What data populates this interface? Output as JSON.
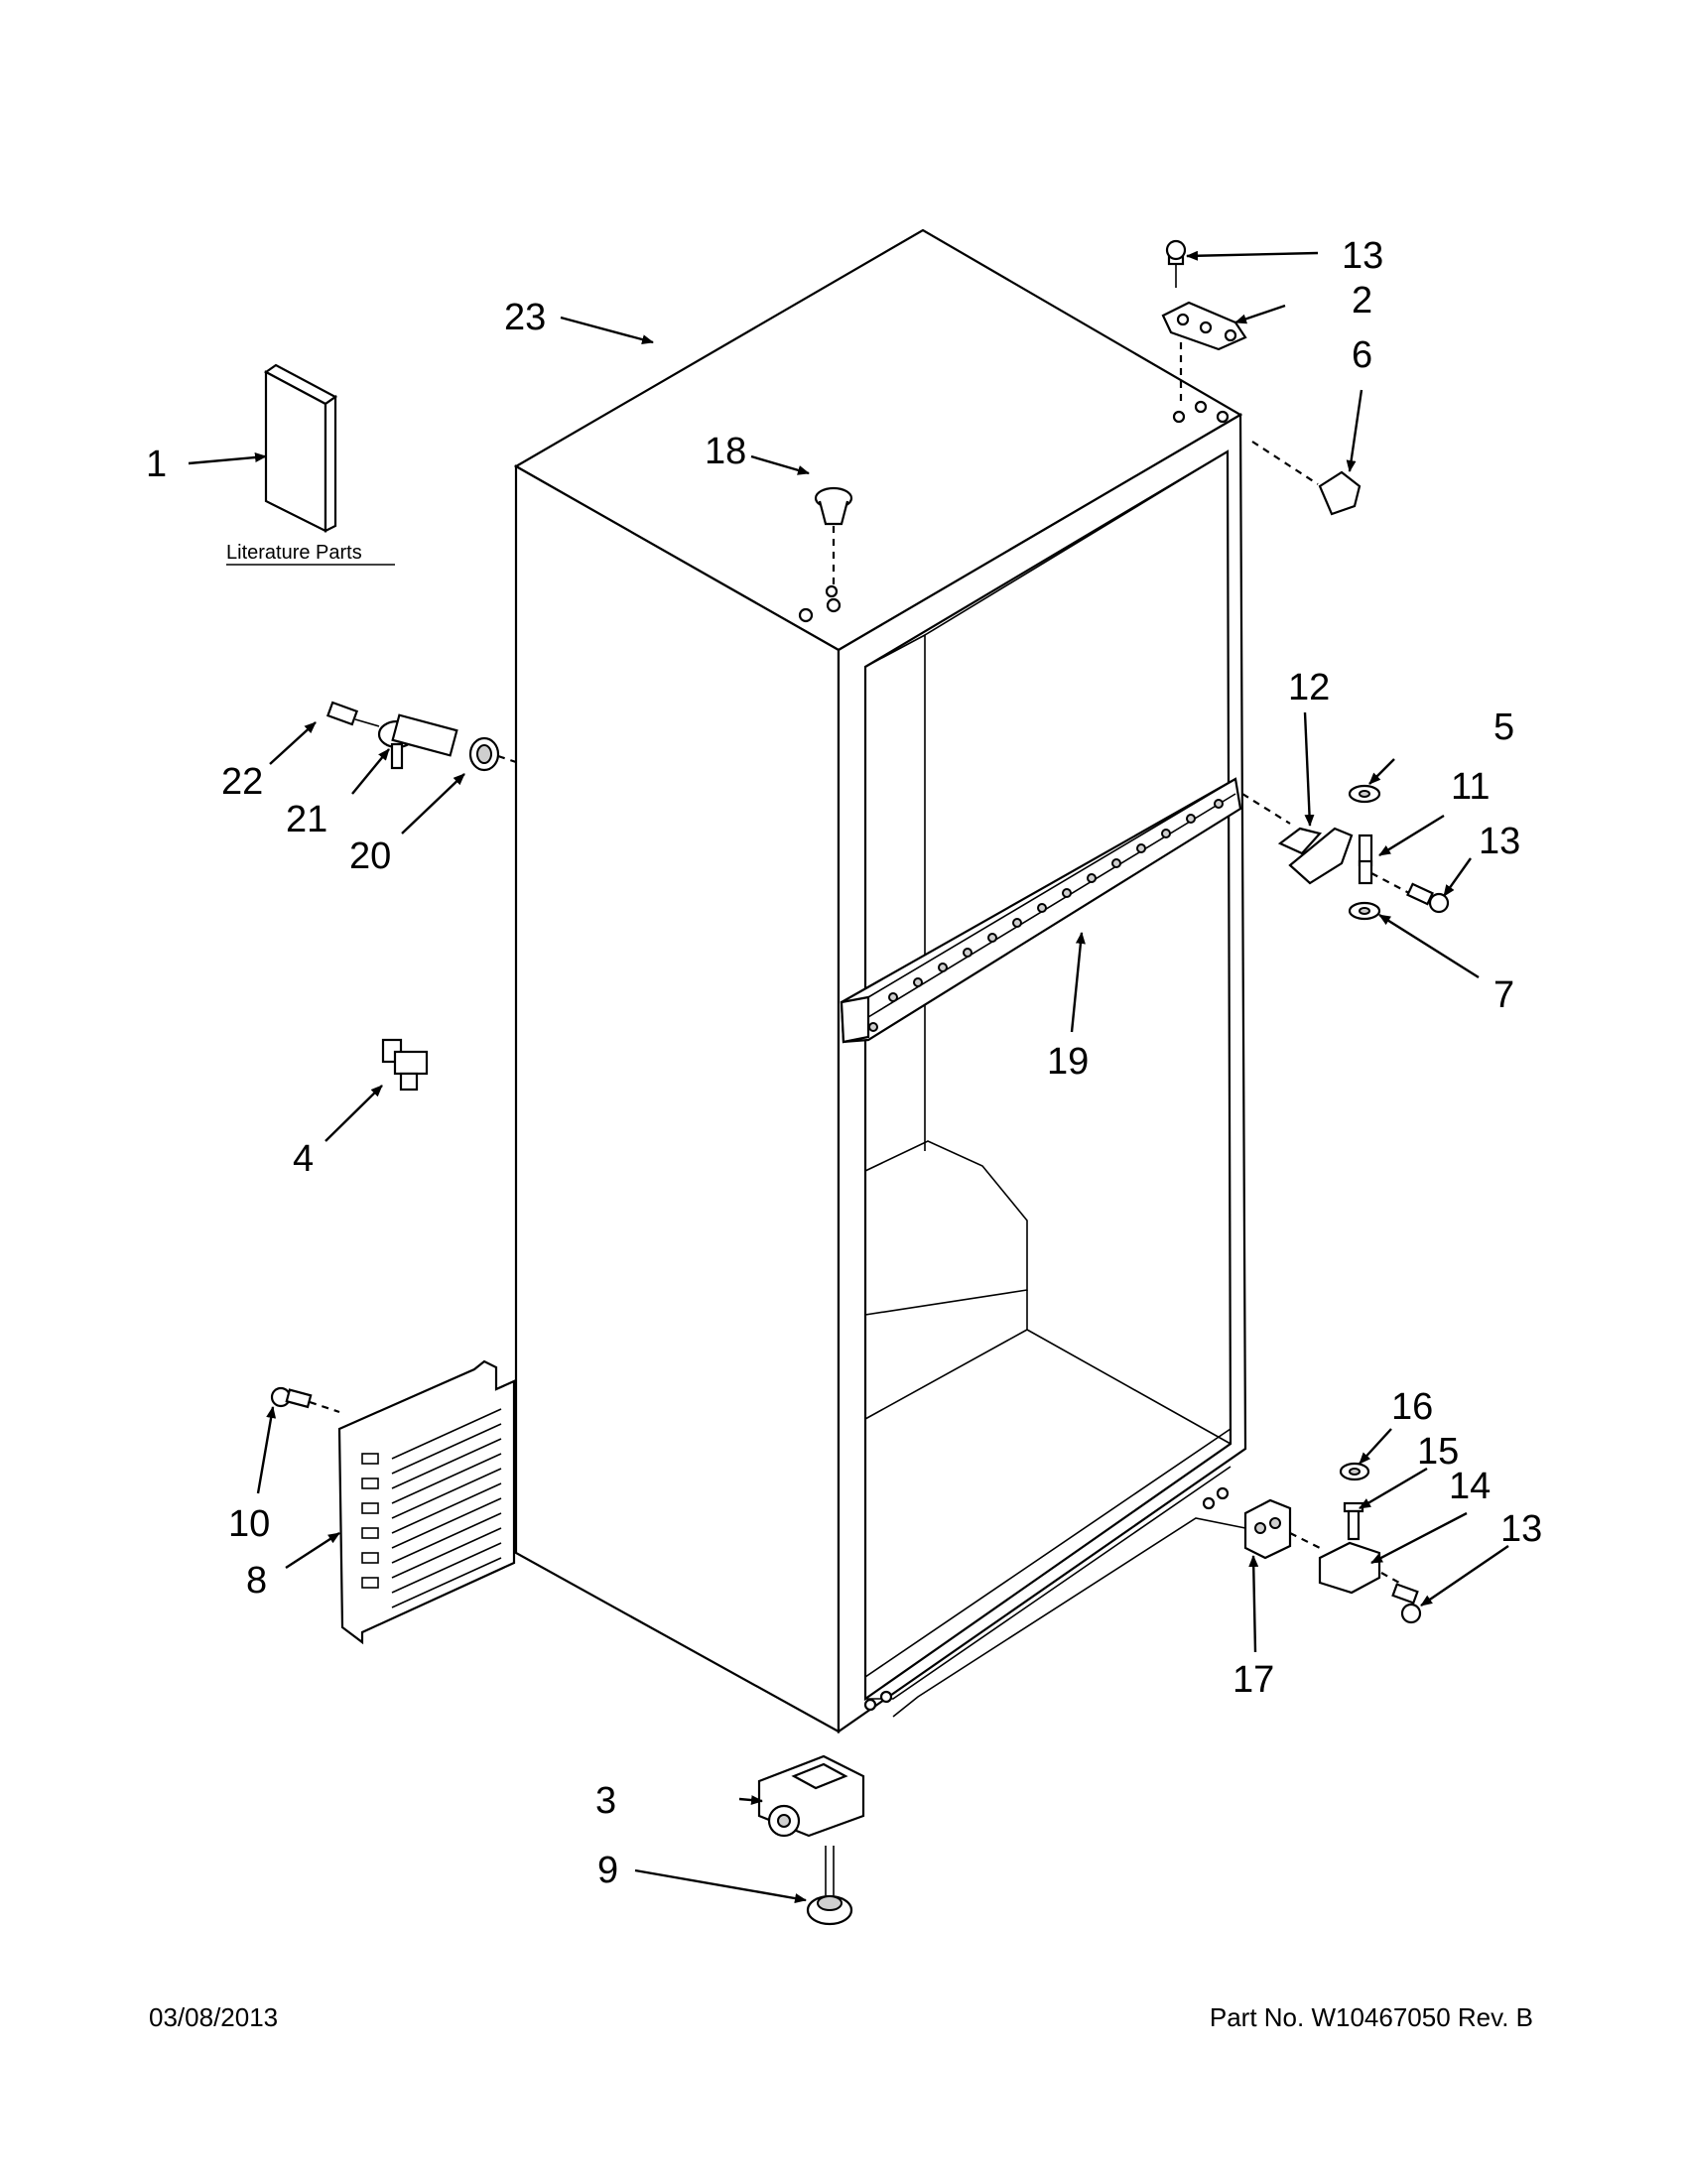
{
  "diagram": {
    "literature_label": "Literature Parts",
    "callouts": [
      {
        "id": "c1",
        "label": "1"
      },
      {
        "id": "c2",
        "label": "2"
      },
      {
        "id": "c3",
        "label": "3"
      },
      {
        "id": "c4",
        "label": "4"
      },
      {
        "id": "c5",
        "label": "5"
      },
      {
        "id": "c6",
        "label": "6"
      },
      {
        "id": "c7",
        "label": "7"
      },
      {
        "id": "c8",
        "label": "8"
      },
      {
        "id": "c9",
        "label": "9"
      },
      {
        "id": "c10",
        "label": "10"
      },
      {
        "id": "c11",
        "label": "11"
      },
      {
        "id": "c12",
        "label": "12"
      },
      {
        "id": "c13a",
        "label": "13"
      },
      {
        "id": "c13b",
        "label": "13"
      },
      {
        "id": "c13c",
        "label": "13"
      },
      {
        "id": "c14",
        "label": "14"
      },
      {
        "id": "c15",
        "label": "15"
      },
      {
        "id": "c16",
        "label": "16"
      },
      {
        "id": "c17",
        "label": "17"
      },
      {
        "id": "c18",
        "label": "18"
      },
      {
        "id": "c19",
        "label": "19"
      },
      {
        "id": "c20",
        "label": "20"
      },
      {
        "id": "c21",
        "label": "21"
      },
      {
        "id": "c22",
        "label": "22"
      },
      {
        "id": "c23",
        "label": "23"
      }
    ]
  },
  "footer": {
    "date": "03/08/2013",
    "part_number": "Part No.  W10467050  Rev.  B"
  }
}
